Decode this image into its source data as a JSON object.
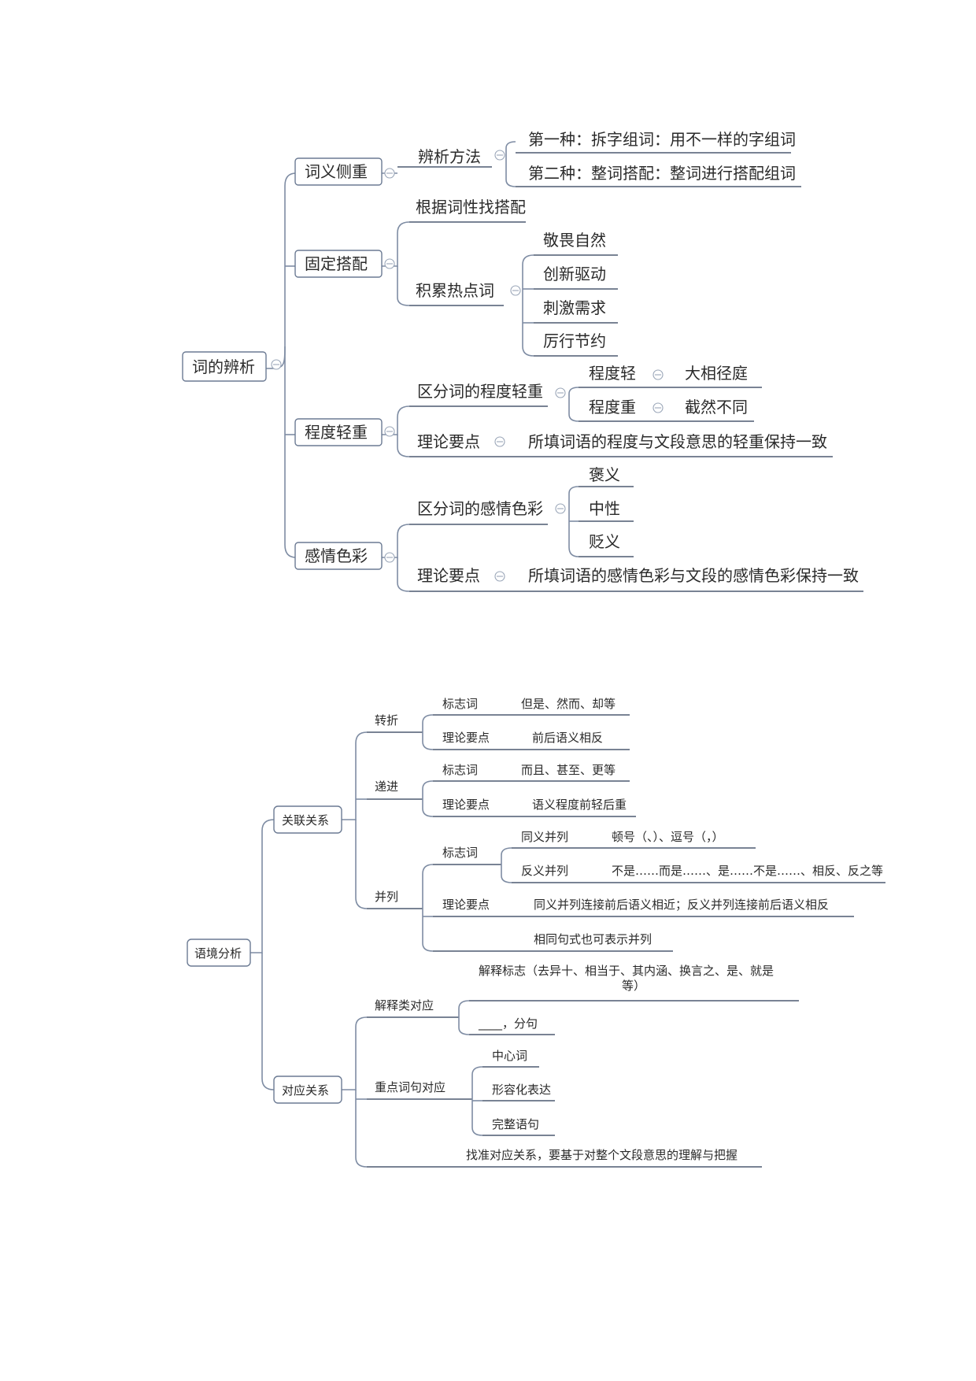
{
  "map1": {
    "root": "词的辨析",
    "branch1": {
      "label": "词义侧重",
      "method": "辨析方法",
      "way1": "第一种：拆字组词：用不一样的字组词",
      "way2": "第二种：整词搭配：整词进行搭配组词"
    },
    "branch2": {
      "label": "固定搭配",
      "item1": "根据词性找搭配",
      "item2": "积累热点词",
      "words": [
        "敬畏自然",
        "创新驱动",
        "刺激需求",
        "厉行节约"
      ]
    },
    "branch3": {
      "label": "程度轻重",
      "distinguish": "区分词的程度轻重",
      "light": "程度轻",
      "light_example": "大相径庭",
      "heavy": "程度重",
      "heavy_example": "截然不同",
      "theory": "理论要点",
      "theory_text": "所填词语的程度与文段意思的轻重保持一致"
    },
    "branch4": {
      "label": "感情色彩",
      "distinguish": "区分词的感情色彩",
      "colors": [
        "褒义",
        "中性",
        "贬义"
      ],
      "theory": "理论要点",
      "theory_text": "所填词语的感情色彩与文段的感情色彩保持一致"
    }
  },
  "map2": {
    "root": "语境分析",
    "relation": {
      "label": "关联关系",
      "turn": {
        "label": "转折",
        "marker": "标志词",
        "marker_words": "但是、然而、却等",
        "theory": "理论要点",
        "theory_text": "前后语义相反"
      },
      "progress": {
        "label": "递进",
        "marker": "标志词",
        "marker_words": "而且、甚至、更等",
        "theory": "理论要点",
        "theory_text": "语义程度前轻后重"
      },
      "parallel": {
        "label": "并列",
        "marker": "标志词",
        "syn": "同义并列",
        "syn_marks": "顿号（、）、逗号（，）",
        "ant": "反义并列",
        "ant_marks": "不是……而是……、是……不是……、相反、反之等",
        "theory": "理论要点",
        "theory_text": "同义并列连接前后语义相近；反义并列连接前后语义相反",
        "note": "相同句式也可表示并列"
      }
    },
    "correspond": {
      "label": "对应关系",
      "explain": {
        "label": "解释类对应",
        "markers_line1": "解释标志（去异十、相当于、其内涵、换言之、是、就是",
        "markers_line2": "等）",
        "blank": "____，分句"
      },
      "key": {
        "label": "重点词句对应",
        "items": [
          "中心词",
          "形容化表达",
          "完整语句"
        ]
      },
      "summary": "找准对应关系，要基于对整个文段意思的理解与把握"
    }
  }
}
